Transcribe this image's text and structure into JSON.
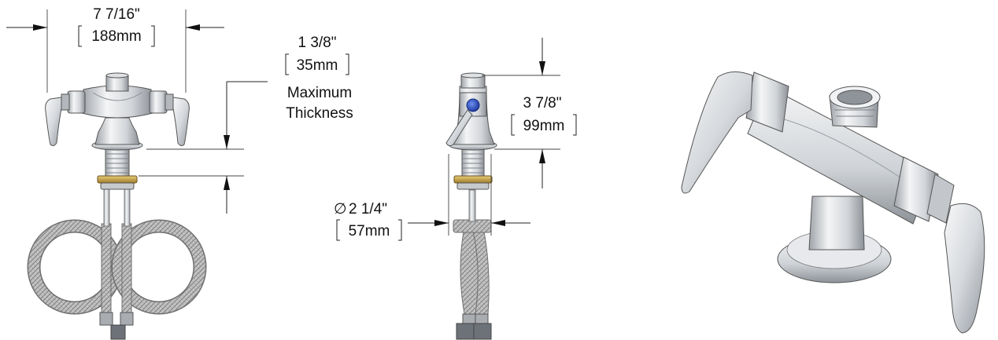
{
  "dimensions": {
    "overall_width": {
      "imperial": "7 7/16\"",
      "metric": "188mm"
    },
    "max_thickness": {
      "imperial": "1 3/8\"",
      "metric": "35mm",
      "label_line1": "Maximum",
      "label_line2": "Thickness"
    },
    "height": {
      "imperial": "3 7/8\"",
      "metric": "99mm"
    },
    "diameter": {
      "symbol": "∅",
      "imperial": "2 1/4\"",
      "metric": "57mm"
    }
  },
  "colors": {
    "metal_light": "#eef0f2",
    "metal_mid": "#c6cacf",
    "metal_dark": "#8d9298",
    "brass": "#c9a54a",
    "blue_index": "#2b4fc4",
    "hose": "#b8b8b8"
  }
}
